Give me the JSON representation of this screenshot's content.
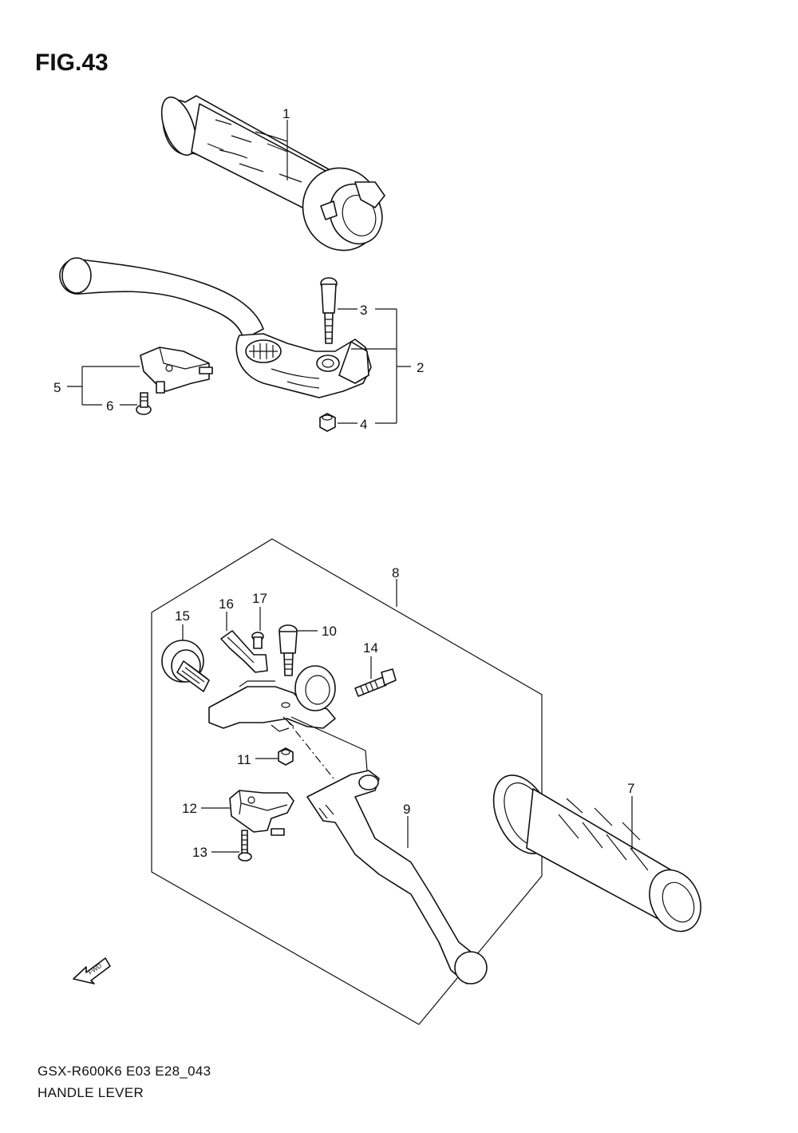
{
  "figure_title": "FIG.43",
  "footer": {
    "model_code": "GSX-R600K6 E03 E28_043",
    "section_name": "HANDLE LEVER"
  },
  "fwd_label": "FWD",
  "callouts": [
    "1",
    "2",
    "3",
    "4",
    "5",
    "6",
    "7",
    "8",
    "9",
    "10",
    "11",
    "12",
    "13",
    "14",
    "15",
    "16",
    "17"
  ]
}
